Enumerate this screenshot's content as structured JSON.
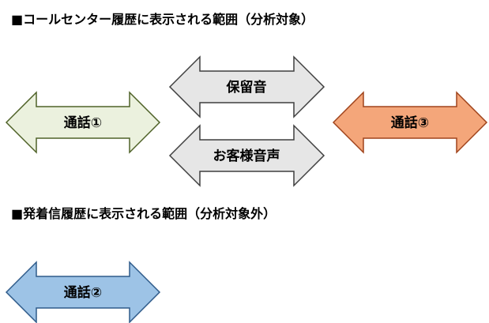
{
  "sections": [
    {
      "heading": "■コールセンター履歴に表示される範囲（分析対象）"
    },
    {
      "heading": "■発着信履歴に表示される範囲（分析対象外）"
    }
  ],
  "arrows": {
    "call1": {
      "label": "通話①",
      "fill": "#ebf1de",
      "stroke": "#4f6228"
    },
    "hold": {
      "label": "保留音",
      "fill": "#e6e6e6",
      "stroke": "#3f3f3f"
    },
    "voice": {
      "label": "お客様音声",
      "fill": "#e6e6e6",
      "stroke": "#3f3f3f"
    },
    "call3": {
      "label": "通話③",
      "fill": "#f4a67a",
      "stroke": "#a0441c"
    },
    "call2": {
      "label": "通話②",
      "fill": "#9dc3e6",
      "stroke": "#2f5b8a"
    }
  }
}
